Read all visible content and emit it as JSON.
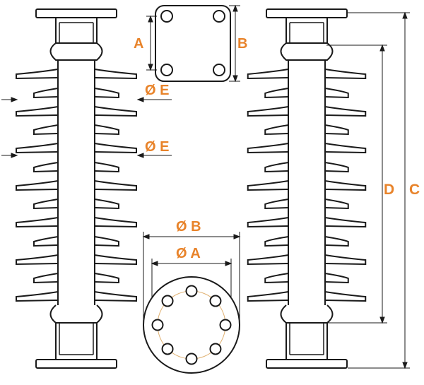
{
  "labels": {
    "plate_width": "A",
    "plate_height": "B",
    "shed_diameter_1": "Ø E",
    "shed_diameter_2": "Ø E",
    "flange_outer_diameter": "Ø B",
    "bolt_circle_diameter": "Ø A",
    "arcing_distance": "D",
    "overall_length": "C"
  },
  "colors": {
    "line": "#1a1a1a",
    "label": "#e8832a",
    "bolt_circle": "#e0b070",
    "background": "#ffffff"
  }
}
